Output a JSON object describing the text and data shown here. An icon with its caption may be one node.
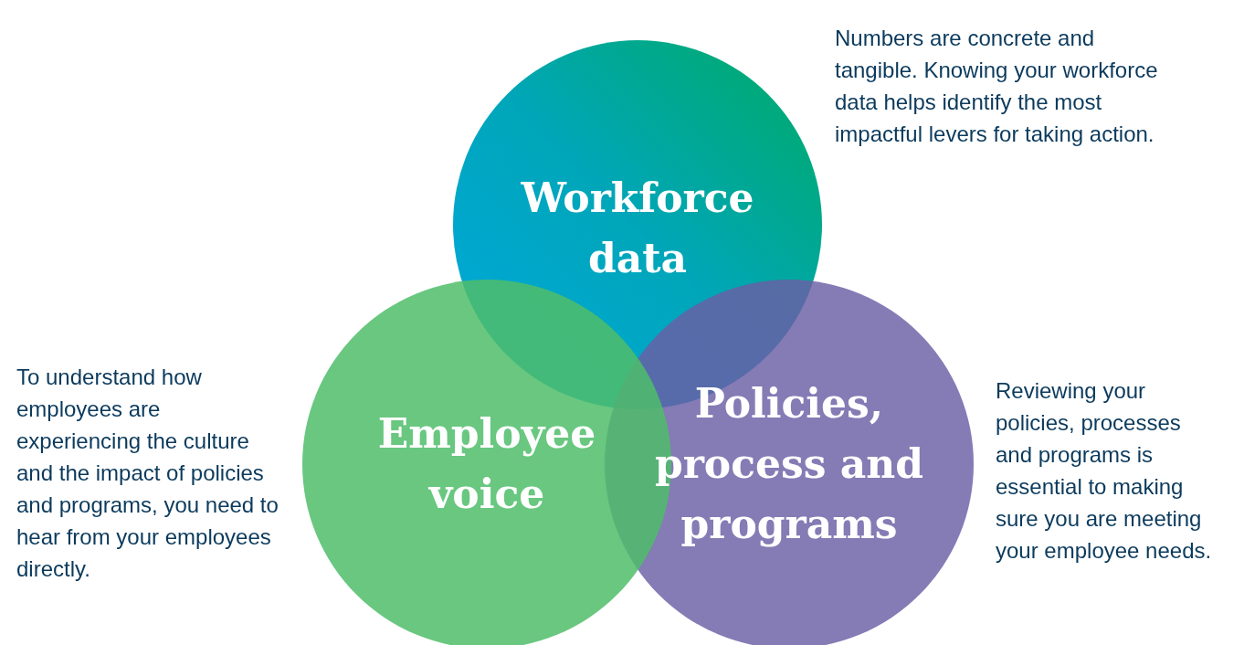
{
  "diagram": {
    "nodes": [
      {
        "text": [
          "Workforce data"
        ],
        "beside": [
          "Numbers are concrete and tangible. Knowing your workforce data helps identify the most impactful levers for taking action."
        ]
      },
      {
        "text": [
          "Employee voice"
        ],
        "beside": [
          "To understand how employees are experiencing the culture and the impact of policies and programs, you need to hear from your employees directly."
        ]
      },
      {
        "text": [
          "Policies, process and programs"
        ],
        "beside": [
          "Reviewing your policies, processes and programs is essential to making sure you are meeting your employee needs."
        ]
      }
    ]
  }
}
